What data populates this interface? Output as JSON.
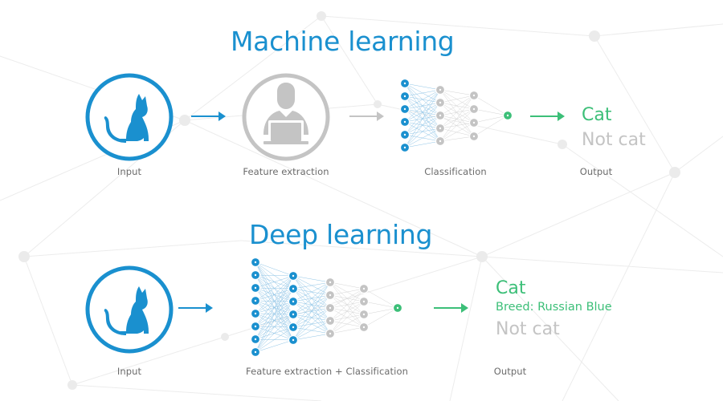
{
  "machine_learning": {
    "title": "Machine learning",
    "captions": {
      "input": "Input",
      "feature_extraction": "Feature extraction",
      "classification": "Classification",
      "output": "Output"
    },
    "output": {
      "positive": "Cat",
      "negative": "Not cat"
    }
  },
  "deep_learning": {
    "title": "Deep learning",
    "captions": {
      "input": "Input",
      "combined": "Feature extraction + Classification",
      "output": "Output"
    },
    "output": {
      "positive": "Cat",
      "breed": "Breed: Russian Blue",
      "negative": "Not cat"
    }
  },
  "colors": {
    "blue": "#1a90cf",
    "green": "#3cbf78",
    "gray": "#c4c4c4",
    "caption": "#6b6b6b"
  },
  "icons": [
    "cat-icon",
    "person-at-laptop-icon",
    "neural-network-icon",
    "arrow-right-icon"
  ]
}
